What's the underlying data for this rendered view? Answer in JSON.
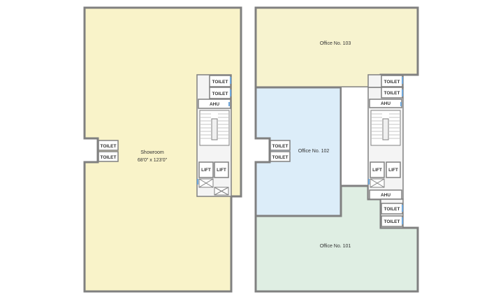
{
  "colors": {
    "showroom_fill": "#f9f3c9",
    "office_103_fill": "#f7f3cf",
    "office_102_fill": "#dcedf9",
    "office_101_fill": "#dfeee3",
    "wall": "#808080",
    "core_fill": "#f4f4f4",
    "label_text": "#333333",
    "window_accent": "#6fa8dc"
  },
  "showroom": {
    "name": "Showroom",
    "size": "68'0\" x 123'0\""
  },
  "offices": {
    "o103": "Office No. 103",
    "o102": "Office No. 102",
    "o101": "Office No. 101"
  },
  "core": {
    "toilet": "TOILET",
    "ahu": "AHU",
    "lift": "LIFT"
  }
}
